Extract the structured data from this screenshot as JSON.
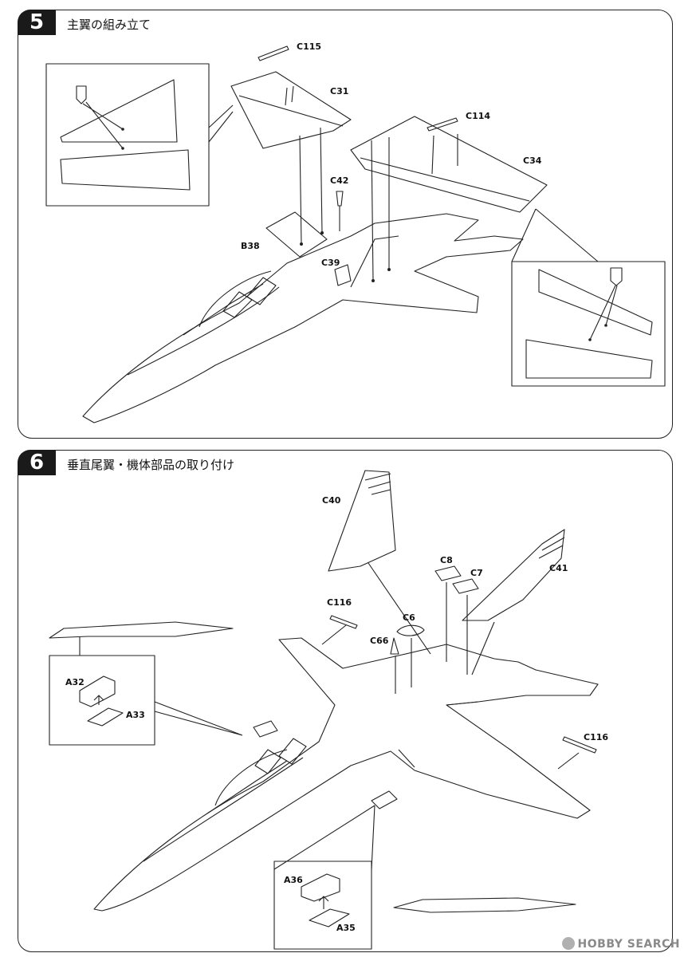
{
  "steps": [
    {
      "number": "5",
      "title": "主翼の組み立て",
      "parts": {
        "c115": "C115",
        "c31": "C31",
        "c114": "C114",
        "c34": "C34",
        "c42": "C42",
        "b38": "B38",
        "c39": "C39"
      }
    },
    {
      "number": "6",
      "title": "垂直尾翼・機体部品の取り付け",
      "parts": {
        "c40": "C40",
        "c8": "C8",
        "c7": "C7",
        "c41": "C41",
        "c116a": "C116",
        "c6": "C6",
        "c66": "C66",
        "a32": "A32",
        "a33": "A33",
        "c116b": "C116",
        "a36": "A36",
        "a35": "A35"
      }
    }
  ],
  "watermark": "HOBBY SEARCH"
}
